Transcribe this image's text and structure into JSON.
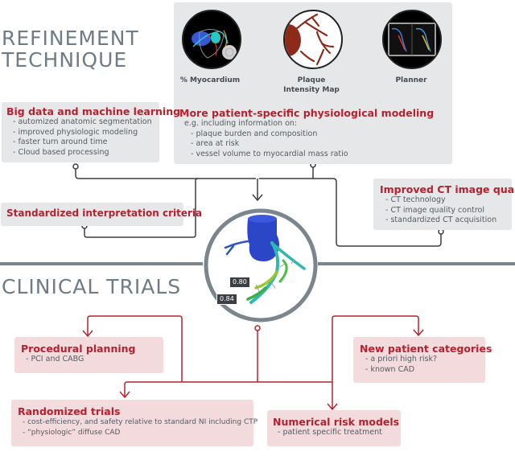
{
  "sections": {
    "refinement_title_line1": "REFINEMENT",
    "refinement_title_line2": "TECHNIQUE",
    "clinical_title": "CLINICAL TRIALS"
  },
  "tools": [
    {
      "label": "% Myocardium",
      "icon": "myocardium-3d-icon"
    },
    {
      "label": "Plaque Intensity Map",
      "icon": "plaque-map-icon"
    },
    {
      "label": "Planner",
      "icon": "planner-icon"
    }
  ],
  "refinement_boxes": {
    "big_data": {
      "title": "Big data and machine learning",
      "items": [
        "- automized anatomic segmentation",
        "- improved physiologic modeling",
        "- faster turn around time",
        "- Cloud based processing"
      ]
    },
    "patient_specific": {
      "title": "More patient-specific physiological modeling",
      "intro": "e.g. including information on:",
      "items": [
        "- plaque burden and composition",
        "- area at risk",
        "- vessel volume to myocardial mass ratio"
      ]
    },
    "standardized": {
      "title": "Standardized interpretation criteria"
    },
    "ct_quality": {
      "title": "Improved CT image quality",
      "items": [
        "- CT technology",
        "- CT image quality control",
        "- standardized CT acquisition"
      ]
    }
  },
  "center_model": {
    "value_labels": [
      "0.80",
      "0.84"
    ]
  },
  "clinical_boxes": {
    "procedural": {
      "title": "Procedural planning",
      "items": [
        "- PCI and CABG"
      ]
    },
    "new_patient": {
      "title": "New patient categories",
      "items": [
        "- a priori high risk?",
        "- known CAD"
      ]
    },
    "randomized": {
      "title": "Randomized trials",
      "items": [
        "- cost-efficiency, and safety relative to standard NI including CTP",
        "- “physiologic” diffuse CAD"
      ]
    },
    "numerical": {
      "title": "Numerical risk models",
      "items": [
        "- patient specific treatment"
      ]
    }
  },
  "colors": {
    "accent_red": "#b5222f",
    "section_gray": "#6f7b85",
    "connector_dark": "#3a3d40",
    "divider_gray": "#7b858d",
    "gray_box": "#e6e7e8",
    "pink_box": "#f2dadd"
  }
}
